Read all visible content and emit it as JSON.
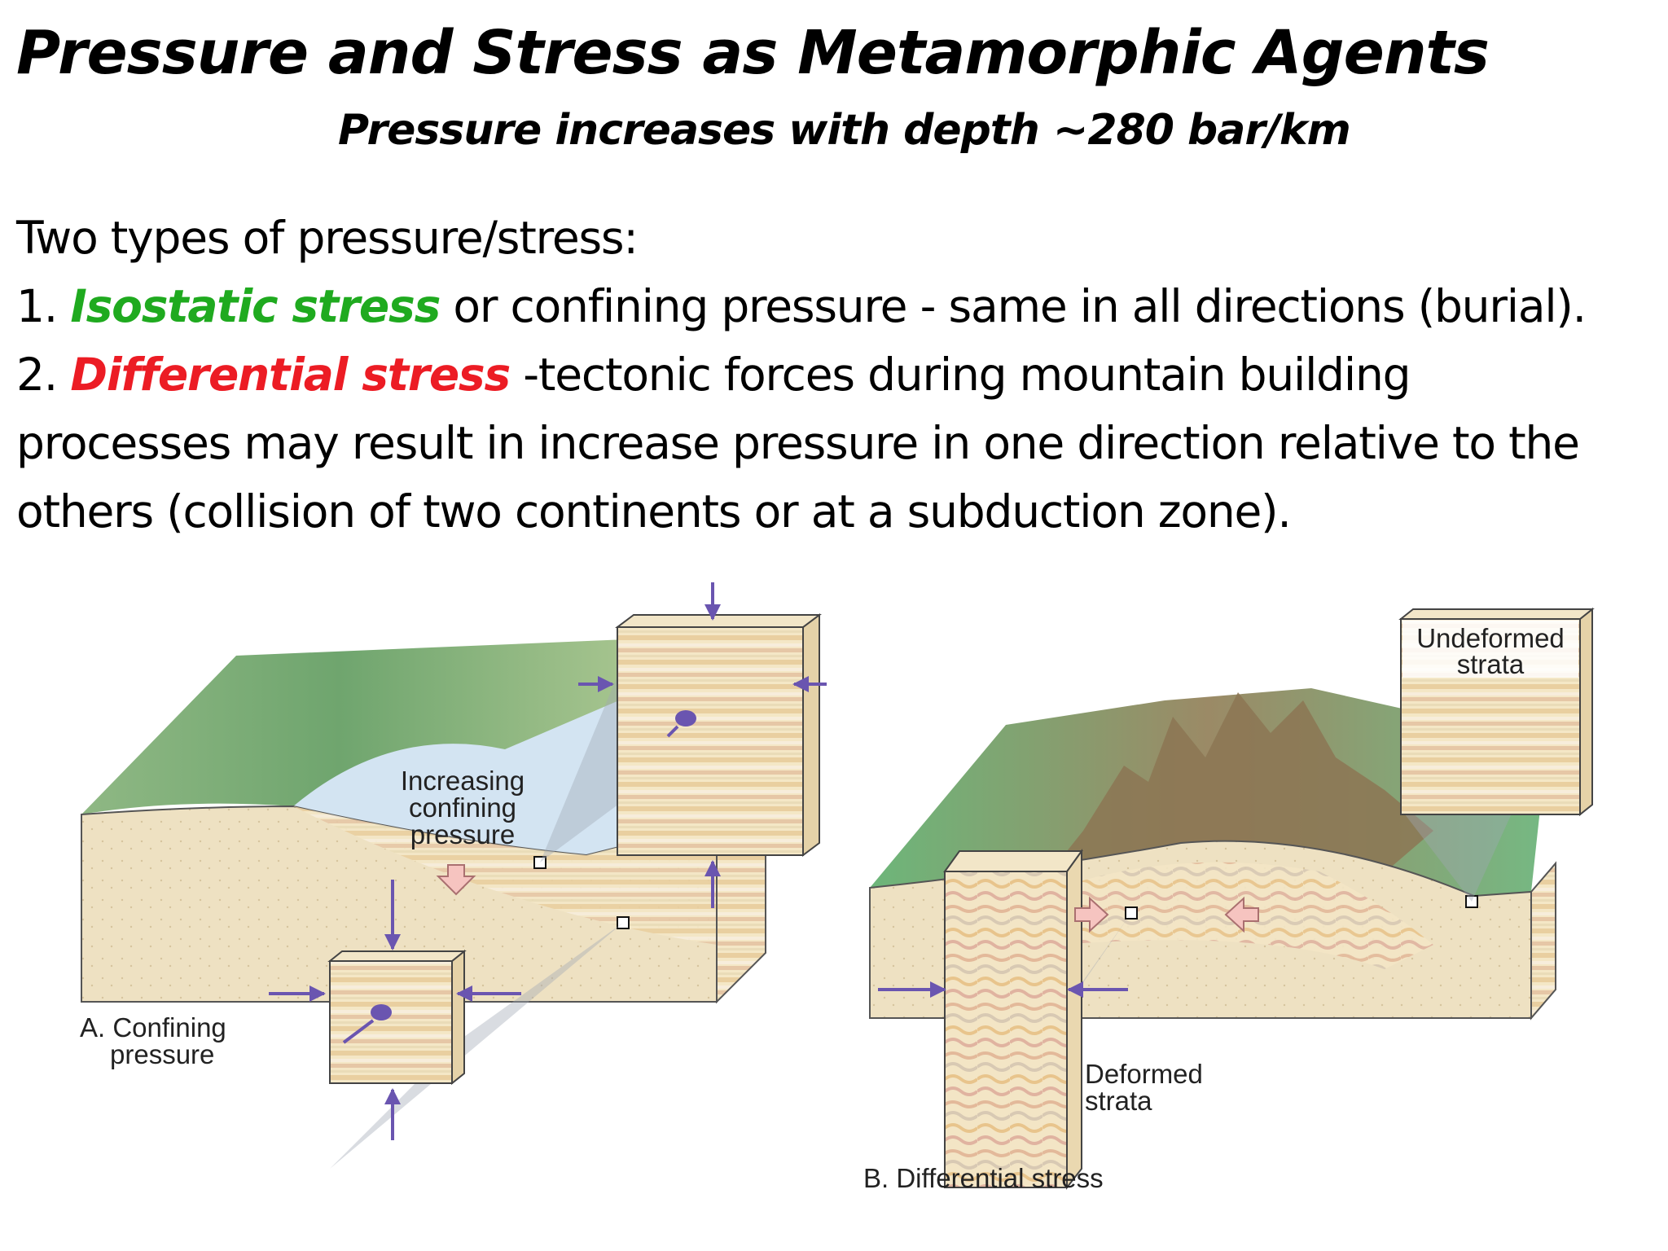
{
  "slide": {
    "title": "Pressure and Stress as Metamorphic Agents",
    "subtitle": "Pressure increases with depth ~280 bar/km",
    "intro": "Two types of pressure/stress:",
    "item1": {
      "number": "1. ",
      "term": "Isostatic stress",
      "rest": " or confining pressure - same in all directions (burial)."
    },
    "item2": {
      "number": "2. ",
      "term": "Differential stress",
      "rest_line1": " -tectonic forces during mountain building",
      "line2": "processes may result in increase pressure in one direction relative to the",
      "line3": "others (collision of two continents or at a subduction zone)."
    }
  },
  "figure": {
    "panel_a": {
      "label_line1": "A. Confining",
      "label_line2": "pressure",
      "annotation_line1": "Increasing",
      "annotation_line2": "confining",
      "annotation_line3": "pressure"
    },
    "panel_b": {
      "label": "B. Differential stress",
      "top_label_line1": "Undeformed",
      "top_label_line2": "strata",
      "bottom_label_line1": "Deformed",
      "bottom_label_line2": "strata"
    },
    "colors": {
      "accent_green": "#1faa1f",
      "accent_red": "#ec1c24",
      "arrow_purple": "#6a55b0",
      "sediment_tan": "#efe1bf",
      "water_blue": "#d3e4f2"
    }
  }
}
